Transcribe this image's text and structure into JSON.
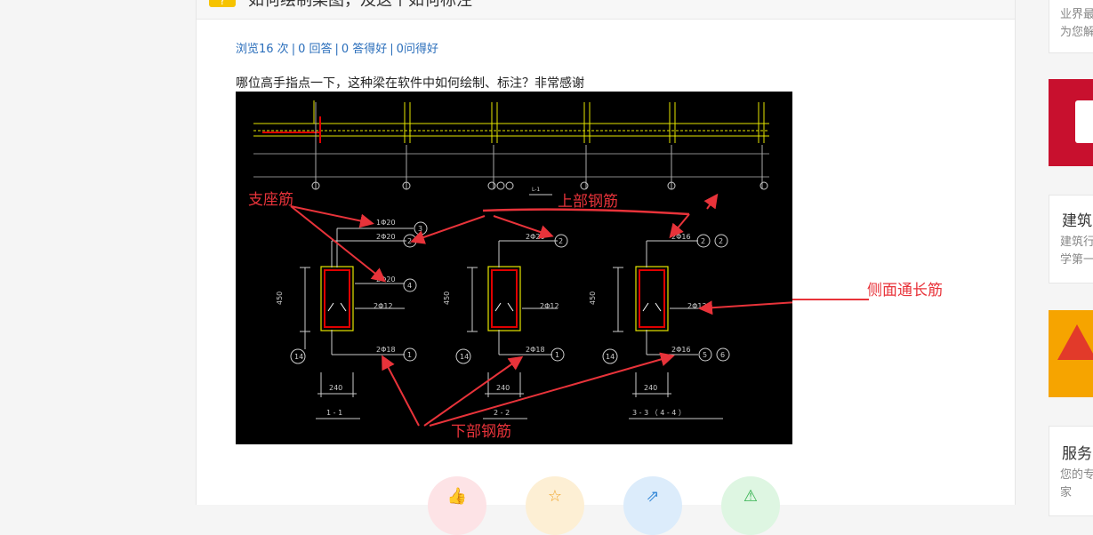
{
  "question": {
    "badge": "?",
    "title_fragment": "如何绘制梁图，及这个如何标注",
    "stats": {
      "views": "浏览16 次",
      "answers": "0 回答",
      "good_answers": "0 答得好",
      "asked_good": "0问得好"
    },
    "body_text": "哪位高手指点一下，这种梁在软件中如何绘制、标注？非常感谢"
  },
  "drawing": {
    "annotations": {
      "support_bar": "支座筋",
      "top_bar": "上部钢筋",
      "side_bar": "侧面通长筋",
      "bottom_bar": "下部钢筋"
    },
    "sections": [
      {
        "label": "1 - 1",
        "top1": "1Φ20",
        "top2": "2Φ20",
        "mid": "2Φ20",
        "side": "2Φ12",
        "bottom": "2Φ18",
        "width": "240",
        "height": "450",
        "stirrup": "14",
        "marks": [
          "3",
          "2",
          "4",
          "1"
        ]
      },
      {
        "label": "2 - 2",
        "top1": "",
        "top2": "2Φ20",
        "mid": "",
        "side": "2Φ12",
        "bottom": "2Φ18",
        "width": "240",
        "height": "450",
        "stirrup": "14",
        "marks": [
          "2",
          "1"
        ]
      },
      {
        "label": "3 - 3 （ 4 - 4 ）",
        "top1": "",
        "top2": "2Φ16",
        "mid": "",
        "side": "2Φ12",
        "bottom": "2Φ16",
        "width": "240",
        "height": "450",
        "stirrup": "14",
        "marks": [
          "2",
          "2",
          "5",
          "6"
        ]
      }
    ],
    "elevation_label": "L-1"
  },
  "actions": [
    {
      "name": "like",
      "icon": "thumbs-up-icon"
    },
    {
      "name": "favorite",
      "icon": "star-icon"
    },
    {
      "name": "share",
      "icon": "share-icon"
    },
    {
      "name": "report",
      "icon": "warning-icon"
    }
  ],
  "sidebar": {
    "card1": {
      "line1": "业界最",
      "line2": "为您解"
    },
    "card3": {
      "title": "建筑",
      "line1": "建筑行",
      "line2": "学第一"
    },
    "card5": {
      "title": "服务",
      "line1": "您的专",
      "line2": "家"
    }
  },
  "colors": {
    "annotation_red": "#e8333a",
    "cad_yellow": "#e6e600",
    "cad_red": "#e00000",
    "link_blue": "#2a6ebb",
    "badge_yellow": "#f6c300"
  }
}
